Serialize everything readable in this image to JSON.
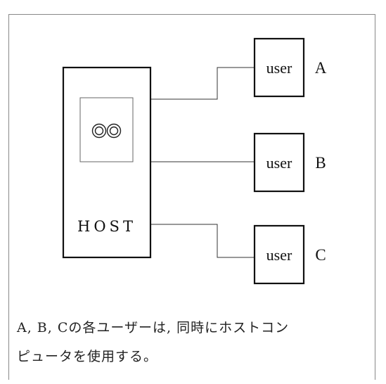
{
  "diagram": {
    "host": {
      "label": "HOST",
      "device_icon": "double-ring-icon"
    },
    "users": [
      {
        "label": "user",
        "letter": "A"
      },
      {
        "label": "user",
        "letter": "B"
      },
      {
        "label": "user",
        "letter": "C"
      }
    ]
  },
  "caption": {
    "line1": "A, B, Cの各ユーザーは, 同時にホストコン",
    "line2": "ピュータを使用する。"
  },
  "colors": {
    "line": "#111111",
    "frame": "#888888",
    "text": "#222222"
  }
}
